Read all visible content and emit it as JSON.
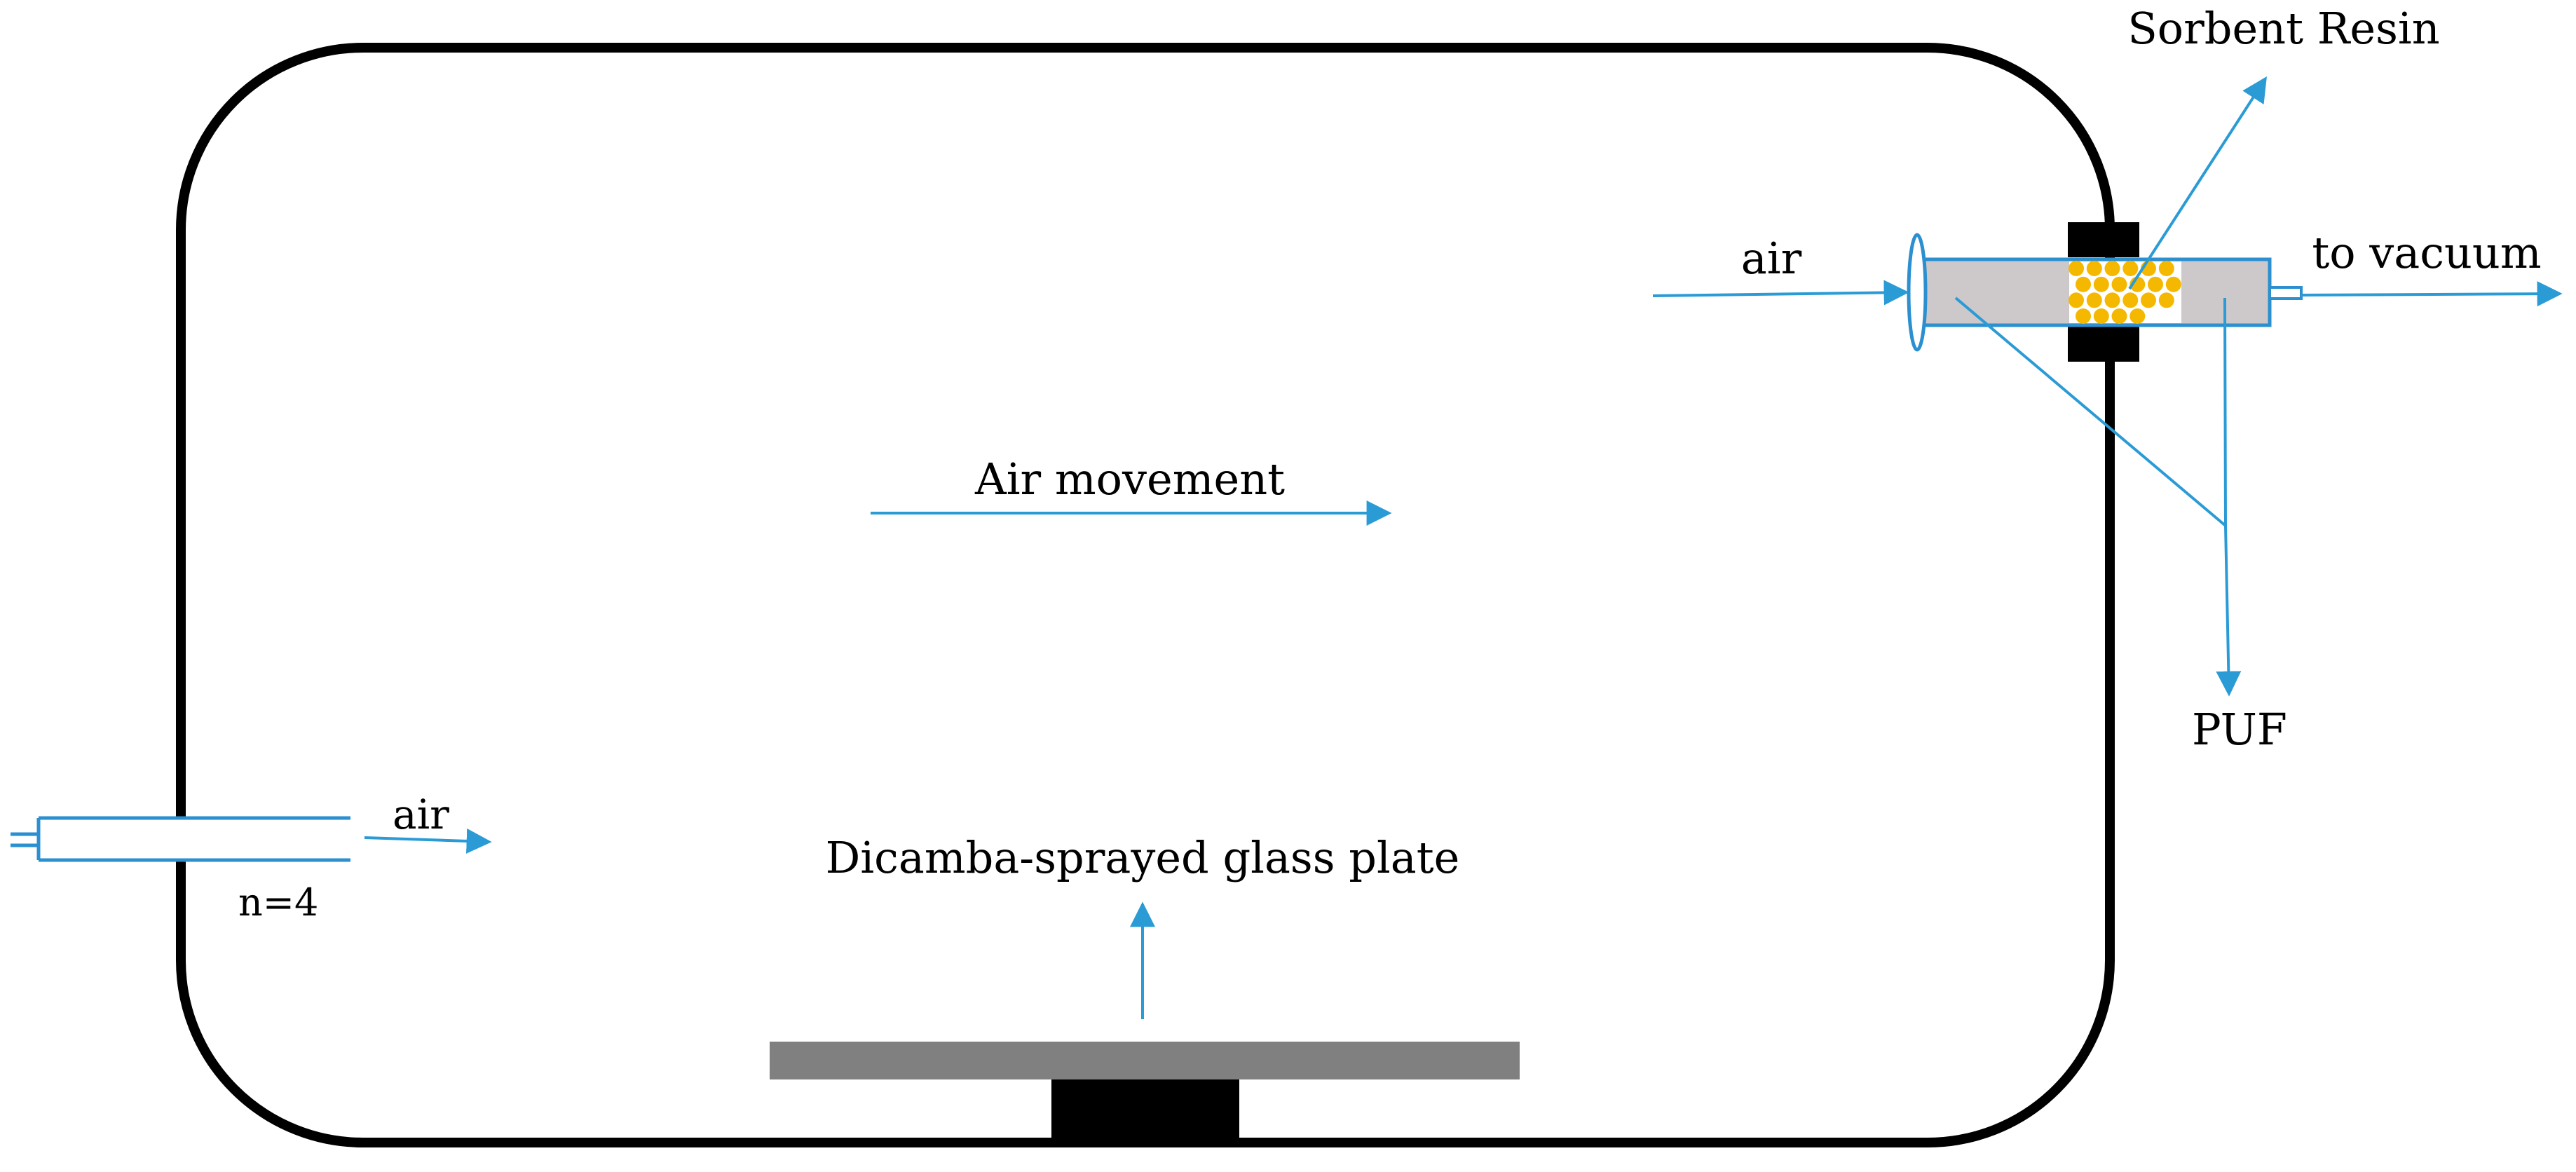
{
  "labels": {
    "sorbent_resin": "Sorbent Resin",
    "air_right": "air",
    "to_vacuum": "to vacuum",
    "air_movement": "Air movement",
    "puf": "PUF",
    "air_left": "air",
    "n_inlets": "n=4",
    "plate": "Dicamba-sprayed glass plate"
  },
  "colors": {
    "chamber_outline": "#000000",
    "arrow": "#2b9bd6",
    "tube_outline": "#2b8fd0",
    "tube_fill": "#cdc9ca",
    "resin_beads": "#f5b800",
    "plate": "#808080",
    "support": "#000000"
  },
  "resin_bead_count": 22
}
